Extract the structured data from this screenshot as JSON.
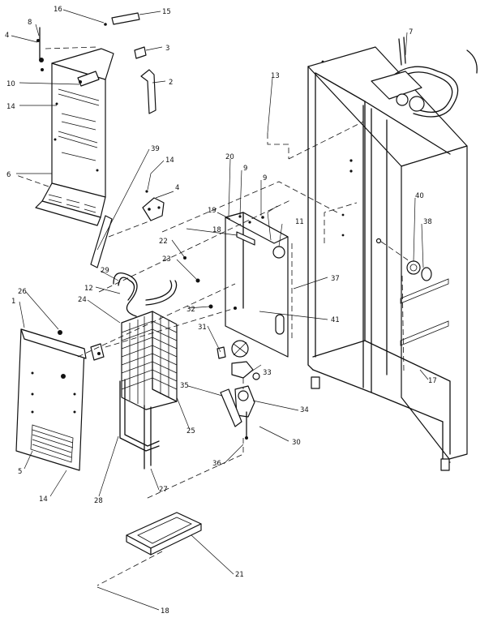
{
  "callouts": [
    {
      "id": "c16",
      "text": "16"
    },
    {
      "id": "c15",
      "text": "15"
    },
    {
      "id": "c8",
      "text": "8"
    },
    {
      "id": "c4a",
      "text": "4"
    },
    {
      "id": "c3",
      "text": "3"
    },
    {
      "id": "c2",
      "text": "2"
    },
    {
      "id": "c10",
      "text": "10"
    },
    {
      "id": "c14a",
      "text": "14"
    },
    {
      "id": "c6",
      "text": "6"
    },
    {
      "id": "c39",
      "text": "39"
    },
    {
      "id": "c14b",
      "text": "14"
    },
    {
      "id": "c4b",
      "text": "4"
    },
    {
      "id": "c13",
      "text": "13"
    },
    {
      "id": "c7",
      "text": "7"
    },
    {
      "id": "c20",
      "text": "20"
    },
    {
      "id": "c9a",
      "text": "9"
    },
    {
      "id": "c9b",
      "text": "9"
    },
    {
      "id": "c19",
      "text": "19"
    },
    {
      "id": "c18",
      "text": "18"
    },
    {
      "id": "c11",
      "text": "11"
    },
    {
      "id": "c40",
      "text": "40"
    },
    {
      "id": "c38",
      "text": "38"
    },
    {
      "id": "c22",
      "text": "22"
    },
    {
      "id": "c23",
      "text": "23"
    },
    {
      "id": "c29",
      "text": "29"
    },
    {
      "id": "c12",
      "text": "12"
    },
    {
      "id": "c37",
      "text": "37"
    },
    {
      "id": "c26",
      "text": "26"
    },
    {
      "id": "c24",
      "text": "24"
    },
    {
      "id": "c32",
      "text": "32"
    },
    {
      "id": "c41",
      "text": "41"
    },
    {
      "id": "c1",
      "text": "1"
    },
    {
      "id": "c31",
      "text": "31"
    },
    {
      "id": "c33",
      "text": "33"
    },
    {
      "id": "c17",
      "text": "17"
    },
    {
      "id": "c35",
      "text": "35"
    },
    {
      "id": "c25",
      "text": "25"
    },
    {
      "id": "c34",
      "text": "34"
    },
    {
      "id": "c30",
      "text": "30"
    },
    {
      "id": "c5",
      "text": "5"
    },
    {
      "id": "c14c",
      "text": "14"
    },
    {
      "id": "c28",
      "text": "28"
    },
    {
      "id": "c27",
      "text": "27"
    },
    {
      "id": "c36",
      "text": "36"
    },
    {
      "id": "c21",
      "text": "21"
    },
    {
      "id": "c18b",
      "text": "18"
    }
  ]
}
